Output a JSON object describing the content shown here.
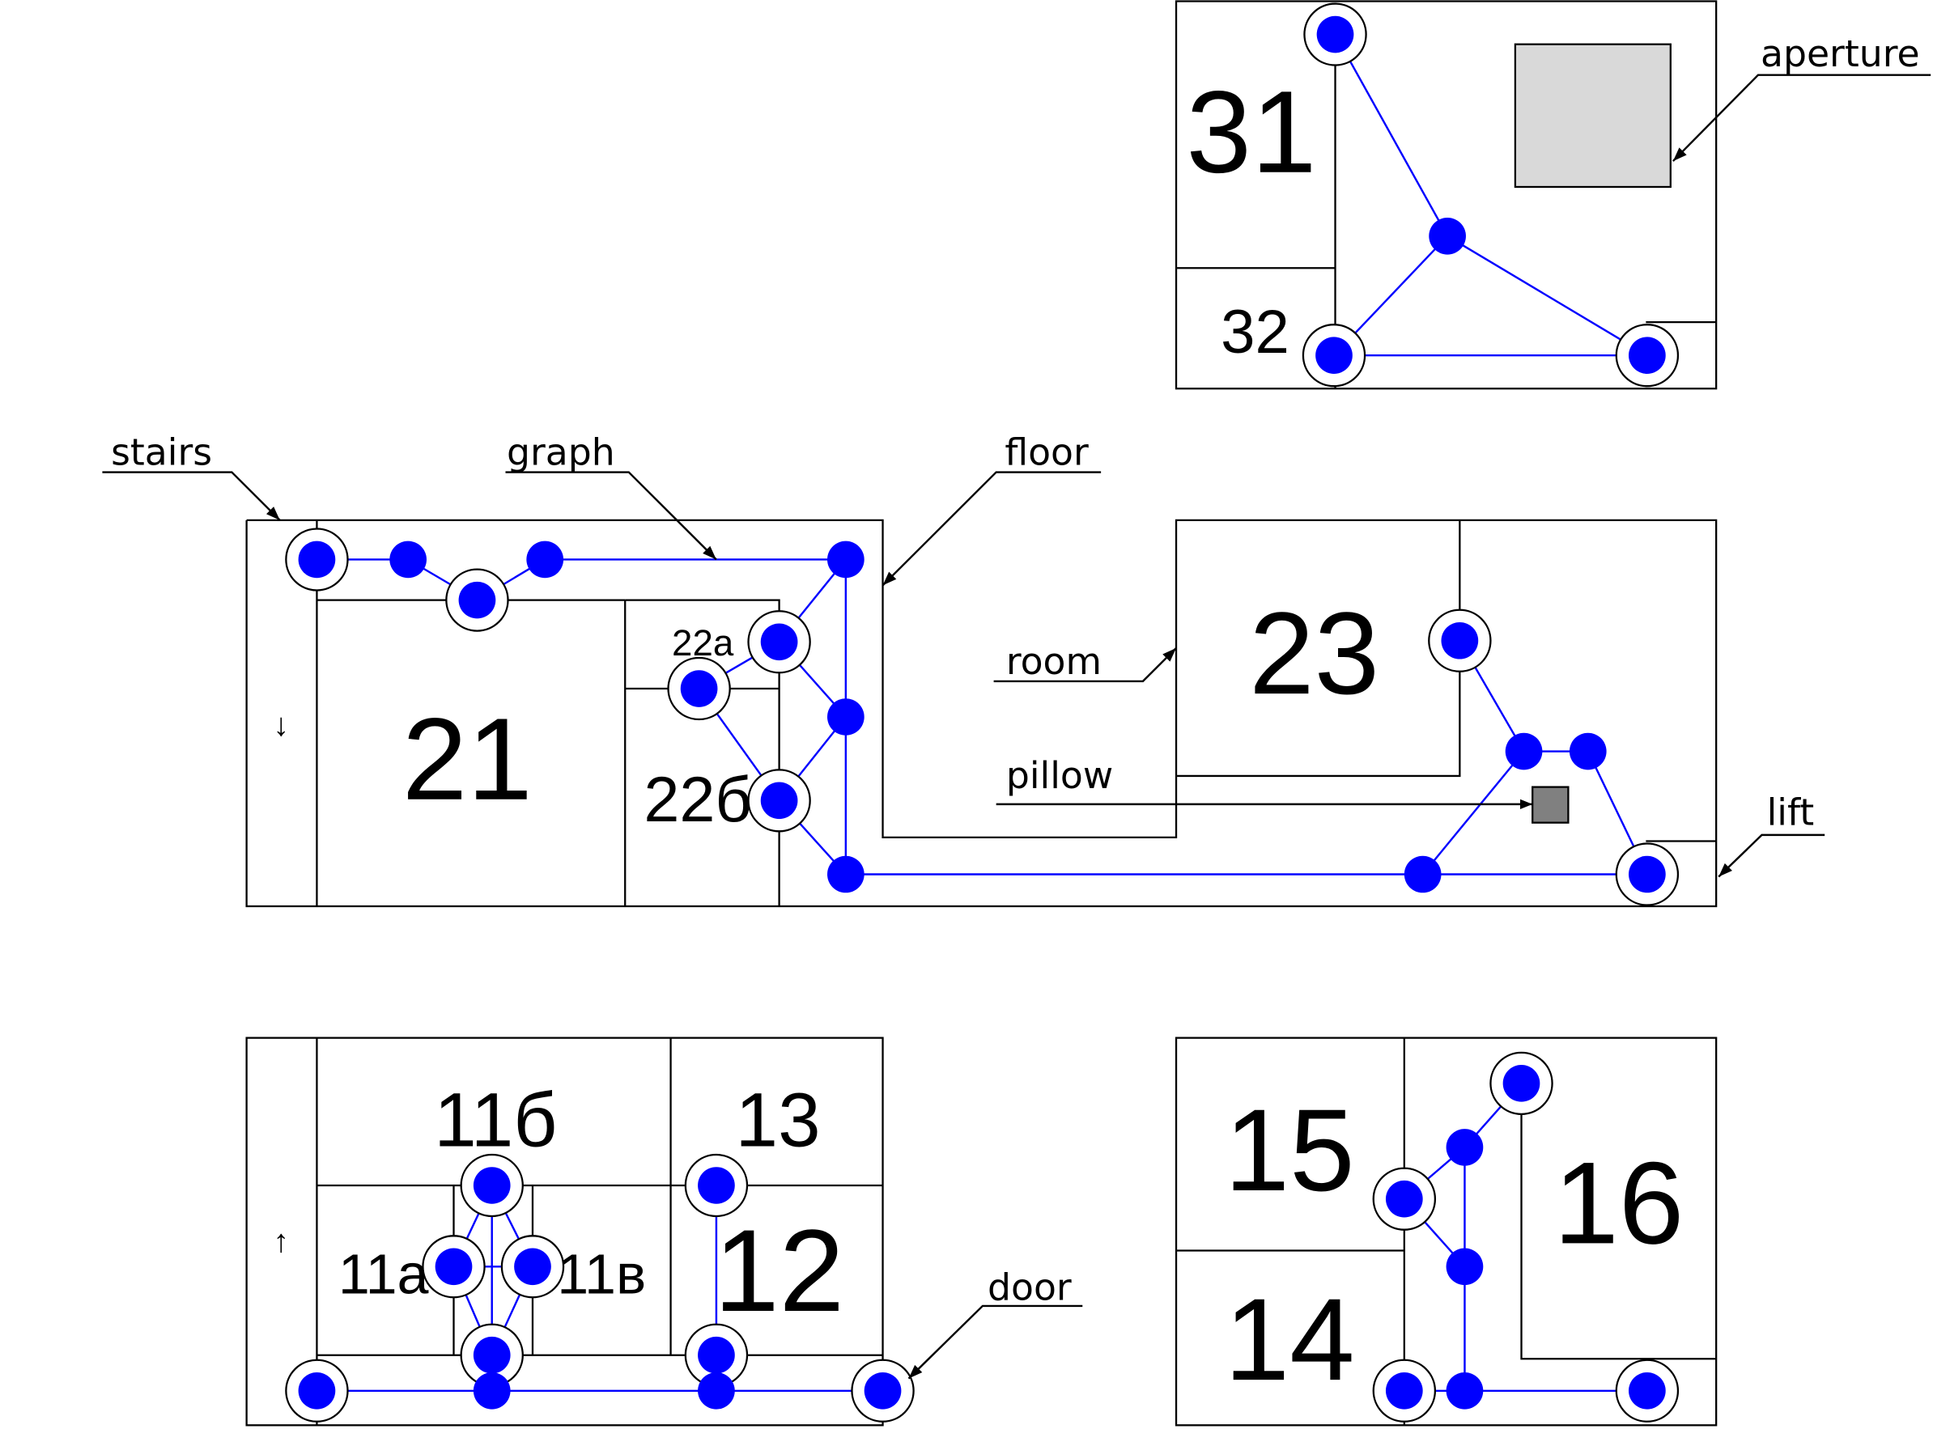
{
  "annotations": {
    "aperture": "aperture",
    "stairs": "stairs",
    "graph": "graph",
    "floor": "floor",
    "room": "room",
    "pillow": "pillow",
    "lift": "lift",
    "door": "door"
  },
  "rooms": {
    "r31": "31",
    "r32": "32",
    "r21": "21",
    "r22a": "22а",
    "r22b": "22б",
    "r23": "23",
    "r11b": "11б",
    "r13": "13",
    "r11a": "11а",
    "r11v": "11в",
    "r12": "12",
    "r15": "15",
    "r16": "16",
    "r14": "14"
  },
  "stair_arrows": {
    "down": "↓",
    "up": "↑"
  },
  "colors": {
    "node": "#0000ff",
    "edge": "#0000ff",
    "aperture_fill": "#d9d9d9",
    "pillow_fill": "#808080"
  }
}
